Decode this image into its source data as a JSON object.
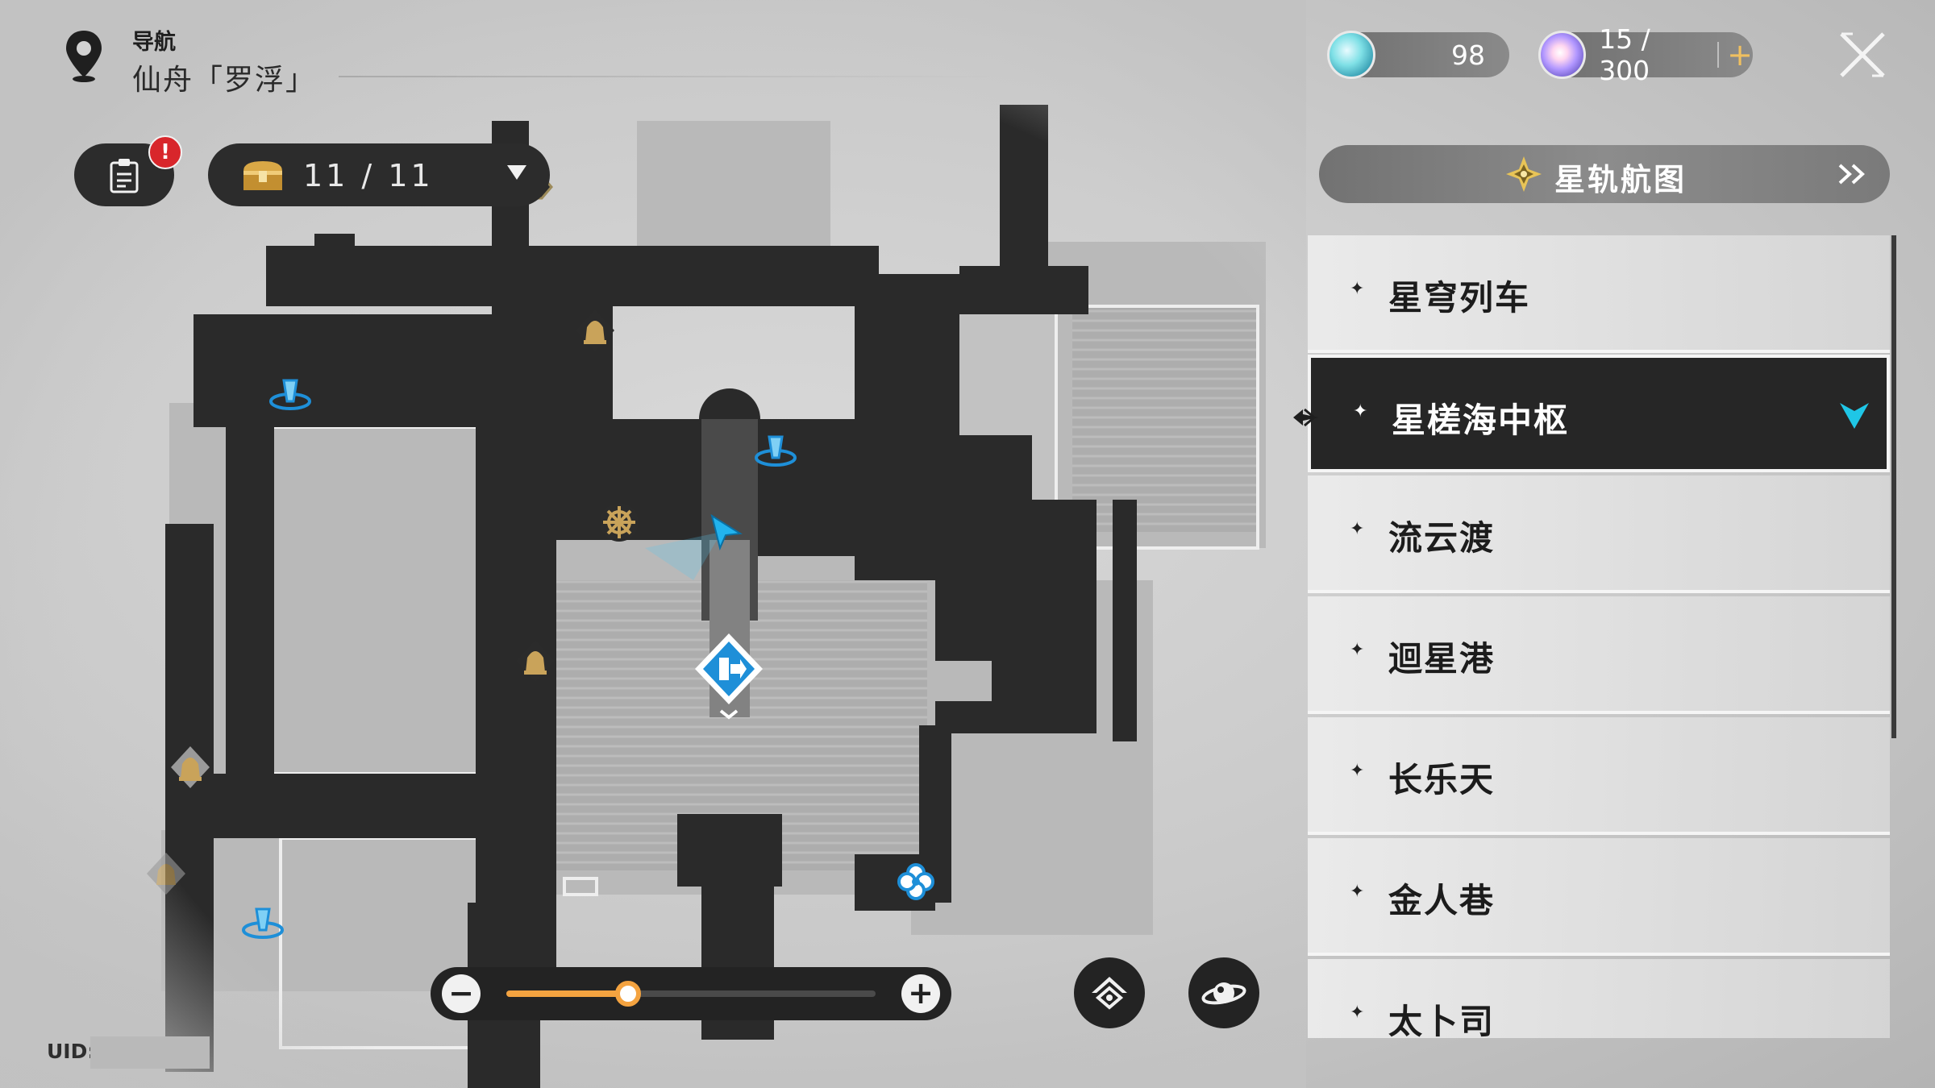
{
  "header": {
    "title": "导航",
    "location": "仙舟「罗浮」"
  },
  "currencies": [
    {
      "icon": "stellar-jade-icon",
      "value": "98"
    },
    {
      "icon": "trailblaze-power-icon",
      "value": "15 / 300",
      "plus": "+"
    }
  ],
  "toolbar": {
    "mission_badge": "!",
    "chest_count": "11 / 11"
  },
  "star_rail_map": {
    "label": "星轨航图"
  },
  "locations": [
    {
      "label": "星穹列车",
      "selected": false
    },
    {
      "label": "星槎海中枢",
      "selected": true
    },
    {
      "label": "流云渡",
      "selected": false
    },
    {
      "label": "迴星港",
      "selected": false
    },
    {
      "label": "长乐天",
      "selected": false
    },
    {
      "label": "金人巷",
      "selected": false
    },
    {
      "label": "太卜司",
      "selected": false
    }
  ],
  "zoom": {
    "level": 0.33,
    "minus": "−",
    "plus": "+"
  },
  "footer": {
    "uid_label": "UID:"
  },
  "colors": {
    "accent_orange": "#f4a340",
    "teleport_blue": "#1e8fd8",
    "selection_cyan": "#1fc6e6",
    "badge_red": "#d8262b",
    "shop_gold": "#c9a35a"
  }
}
